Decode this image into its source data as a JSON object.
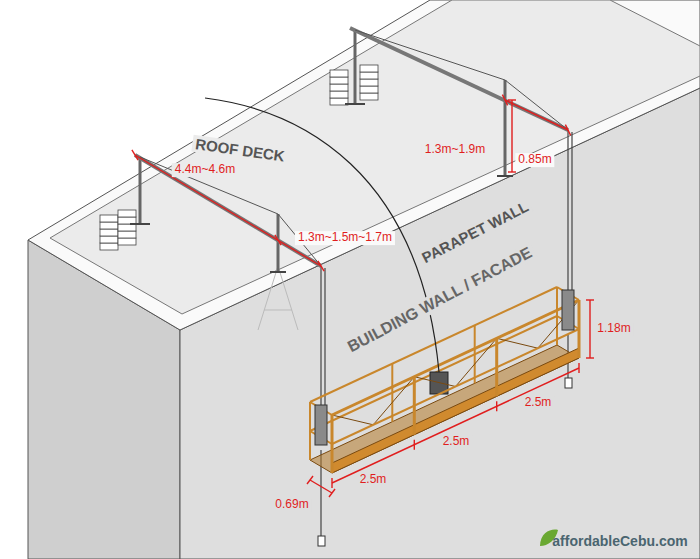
{
  "diagram": {
    "labels": [
      "ROOF DECK",
      "4.4m~4.6m",
      "1.3m~1.5m~1.7m",
      "1.3m~1.9m",
      "0.85m",
      "PARAPET WALL",
      "BUILDING WALL / FACADE",
      "1.18m",
      "2.5m",
      "2.5m",
      "2.5m",
      "0.69m",
      "affordableCebu.com"
    ]
  }
}
